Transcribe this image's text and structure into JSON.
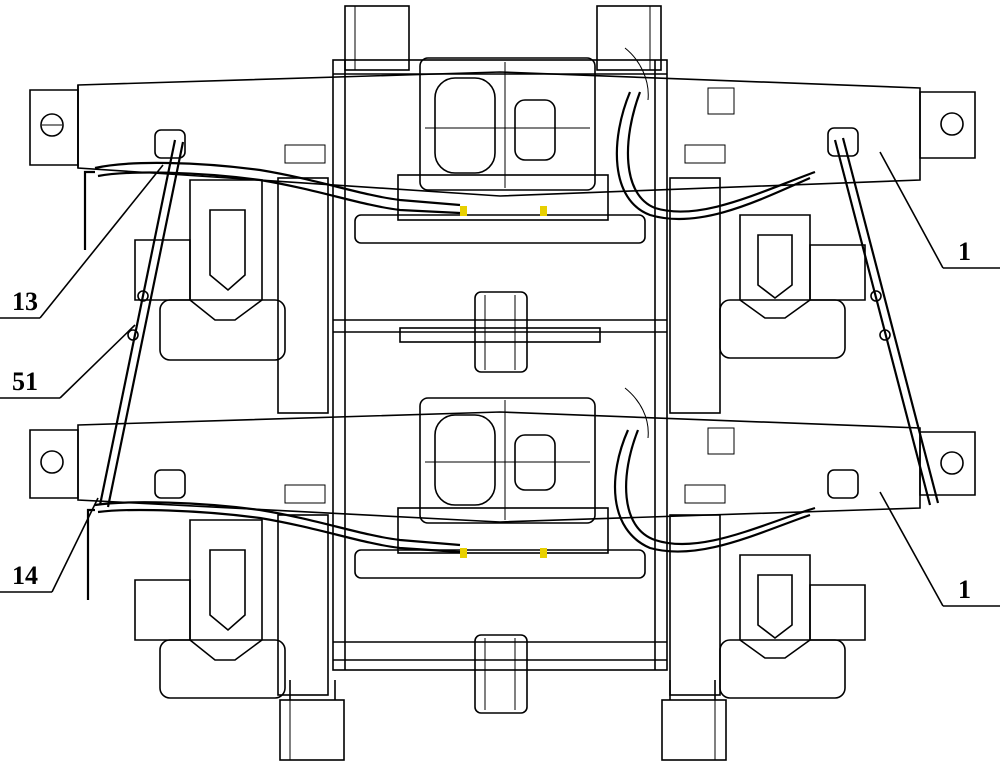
{
  "labels": {
    "label_13": "13",
    "label_51": "51",
    "label_14": "14",
    "label_1_top": "1",
    "label_1_bottom": "1"
  }
}
